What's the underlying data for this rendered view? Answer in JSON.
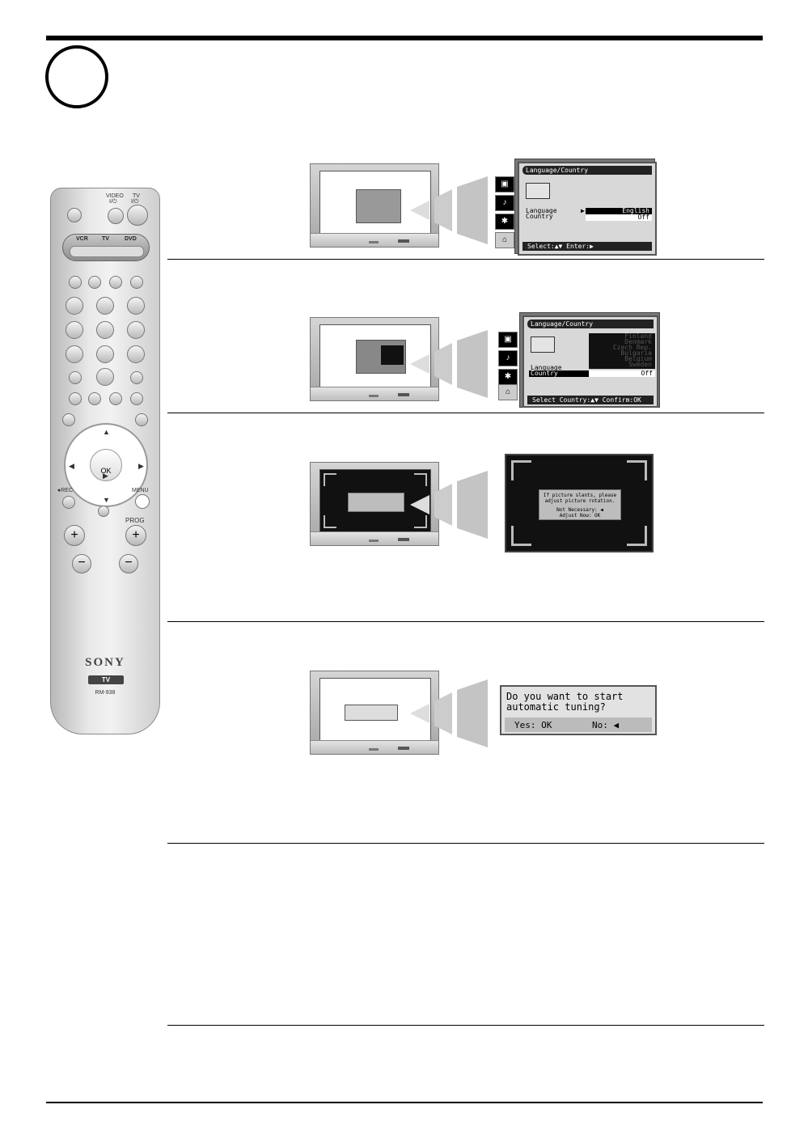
{
  "remote": {
    "video_label": "VIDEO",
    "video_power": "I/⏻",
    "tv_label": "TV",
    "tv_power": "I/⏻",
    "source_labels": [
      "VCR",
      "TV",
      "DVD"
    ],
    "ok_label": "OK",
    "rec_label": "●REC",
    "menu_label": "MENU",
    "prog_label": "PROG",
    "brand": "SONY",
    "tv_badge": "TV",
    "model": "RM-938"
  },
  "step1": {
    "title": "Language/Country",
    "language_label": "Language",
    "language_value": "English",
    "country_label": "Country",
    "country_value": "Off",
    "footer": "Select:▲▼  Enter:▶"
  },
  "step2": {
    "title": "Language/Country",
    "language_label": "Language",
    "country_label": "Country",
    "country_value": "Off",
    "countries": [
      "Finland",
      "Denmark",
      "Czech Rep.",
      "Bulgaria",
      "Belgium",
      "Sweden"
    ],
    "footer": "Select Country:▲▼  Confirm:OK"
  },
  "step3": {
    "line1": "If picture slants, please",
    "line2": "adjust picture rotation.",
    "line3": "Not Necessary: ◀",
    "line4": "Adjust Now: OK"
  },
  "step4": {
    "line1": "Do you want to start",
    "line2": "automatic tuning?",
    "yes": "Yes: OK",
    "no": "No: ◀"
  },
  "colors": {
    "rule": "#000000",
    "osd_bg": "#d8d8d8",
    "osd_dark": "#111111"
  }
}
